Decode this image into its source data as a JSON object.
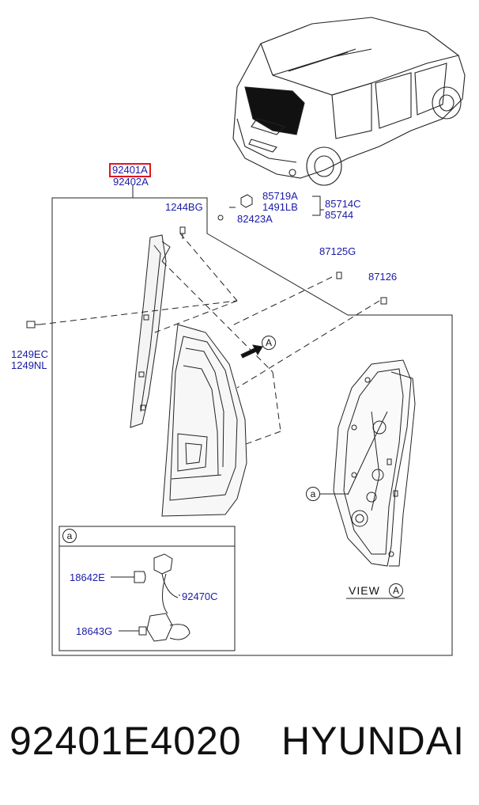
{
  "labels": {
    "main_part": "92401A",
    "main_part_alt": "92402A",
    "screw_top": "1244BG",
    "clip_1": "85719A",
    "clip_2": "1491LB",
    "clip_3": "82423A",
    "group_1": "85714C",
    "group_2": "85744",
    "grommet_1": "87125G",
    "grommet_2": "87126",
    "screw_left_1": "1249EC",
    "screw_left_2": "1249NL",
    "bulb_1": "18642E",
    "socket_wiring": "92470C",
    "bulb_2": "18643G",
    "callout_a_view": "A",
    "callout_a_detail": "a",
    "callout_a_inset": "a",
    "view_word": "VIEW",
    "view_letter": "A"
  },
  "footer": {
    "part_number": "92401E4020",
    "brand": "HYUNDAI"
  },
  "colors": {
    "label": "#1a1aa6",
    "highlight_box": "#e0161b",
    "line": "#222222"
  }
}
